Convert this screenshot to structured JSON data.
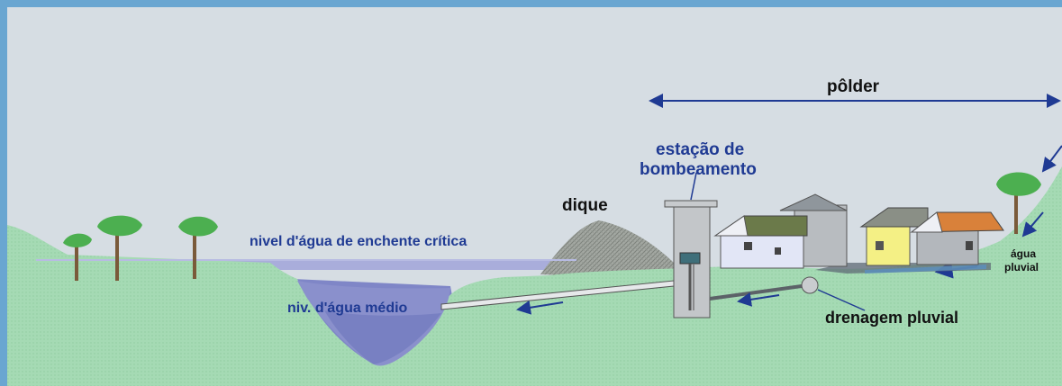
{
  "diagram": {
    "labels": {
      "polder": "pôlder",
      "pumping_station_line1": "estação de",
      "pumping_station_line2": "bombeamento",
      "dike": "dique",
      "critical_flood_level": "nivel d'água de enchente crítica",
      "average_water_level": "niv. d'água médio",
      "storm_drainage": "drenagem pluvial",
      "rainwater_line1": "água",
      "rainwater_line2": "pluvial"
    },
    "colors": {
      "frame": "#6aa6d1",
      "sky": "#d6dde3",
      "ground": "#a5dab4",
      "flood_water": "#a9addb",
      "river_water": "#7f86c7",
      "dike": "#9fa49d",
      "label_blue": "#1f3a93",
      "label_black": "#111111",
      "flow_arrow": "#1f3a93",
      "tree_canopy": "#4caf50",
      "tree_trunk": "#7a5a3a"
    }
  }
}
